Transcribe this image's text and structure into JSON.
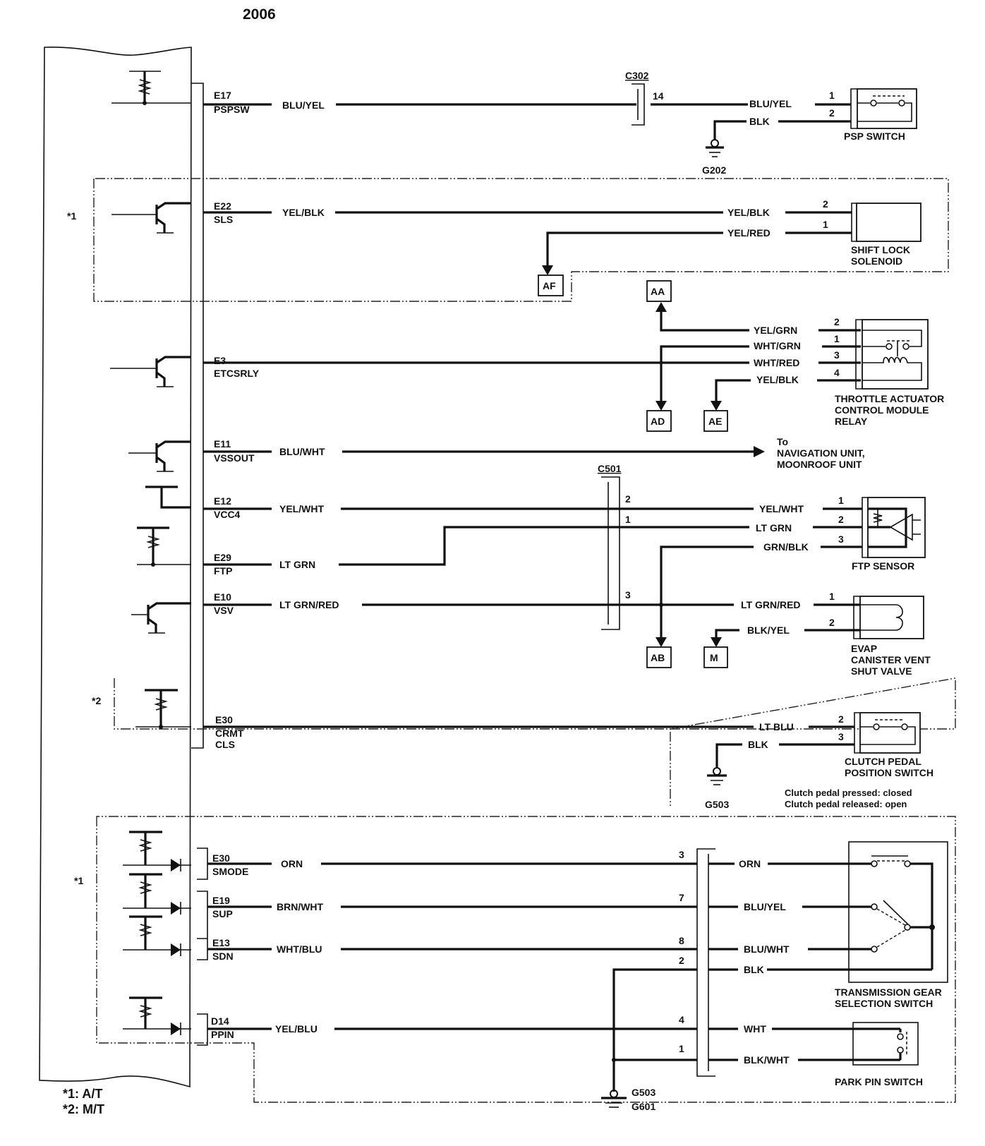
{
  "title": "2006",
  "footnotes": [
    "*1: A/T",
    "*2: M/T"
  ],
  "group_markers": {
    "g1a": "*1",
    "g2": "*2",
    "g1b": "*1"
  },
  "pcm_pins": [
    {
      "pin": "E17",
      "name": "PSPSW",
      "wire": "BLU/YEL"
    },
    {
      "pin": "E22",
      "name": "SLS",
      "wire": "YEL/BLK"
    },
    {
      "pin": "E3",
      "name": "ETCSRLY",
      "wire": ""
    },
    {
      "pin": "E11",
      "name": "VSSOUT",
      "wire": "BLU/WHT"
    },
    {
      "pin": "E12",
      "name": "VCC4",
      "wire": "YEL/WHT"
    },
    {
      "pin": "E29",
      "name": "FTP",
      "wire": "LT GRN"
    },
    {
      "pin": "E10",
      "name": "VSV",
      "wire": "LT GRN/RED"
    },
    {
      "pin": "E30",
      "name": "CRMT",
      "name2": "CLS",
      "wire": ""
    },
    {
      "pin": "E30",
      "name": "SMODE",
      "wire": "ORN"
    },
    {
      "pin": "E19",
      "name": "SUP",
      "wire": "BRN/WHT"
    },
    {
      "pin": "E13",
      "name": "SDN",
      "wire": "WHT/BLU"
    },
    {
      "pin": "D14",
      "name": "PPIN",
      "wire": "YEL/BLU"
    }
  ],
  "connectors": {
    "c302": {
      "label": "C302",
      "pin": "14"
    },
    "c501": {
      "label": "C501",
      "pins": [
        "2",
        "1",
        "3"
      ]
    },
    "trans": {
      "pins": [
        "3",
        "7",
        "8",
        "2",
        "4",
        "1"
      ]
    }
  },
  "grounds": {
    "g202": "G202",
    "g503a": "G503",
    "g503b": "G503",
    "g601": "G601"
  },
  "jump_points": [
    "AF",
    "AA",
    "AD",
    "AE",
    "AB",
    "M"
  ],
  "psp_switch": {
    "label": "PSP SWITCH",
    "wires": [
      "BLU/YEL",
      "BLK"
    ],
    "pins": [
      "1",
      "2"
    ]
  },
  "shift_lock": {
    "label1": "SHIFT LOCK",
    "label2": "SOLENOID",
    "wires": [
      "YEL/BLK",
      "YEL/RED"
    ],
    "pins": [
      "2",
      "1"
    ]
  },
  "tac_relay": {
    "label1": "THROTTLE ACTUATOR",
    "label2": "CONTROL MODULE",
    "label3": "RELAY",
    "wires": [
      "YEL/GRN",
      "WHT/GRN",
      "WHT/RED",
      "YEL/BLK"
    ],
    "pins": [
      "2",
      "1",
      "3",
      "4"
    ]
  },
  "nav": {
    "line1": "To",
    "line2": "NAVIGATION UNIT,",
    "line3": "MOONROOF UNIT"
  },
  "ftp_sensor": {
    "label": "FTP SENSOR",
    "wires": [
      "YEL/WHT",
      "LT GRN",
      "GRN/BLK"
    ],
    "pins": [
      "1",
      "2",
      "3"
    ]
  },
  "evap": {
    "label1": "EVAP",
    "label2": "CANISTER VENT",
    "label3": "SHUT VALVE",
    "wires": [
      "LT GRN/RED",
      "BLK/YEL"
    ],
    "pins": [
      "1",
      "2"
    ]
  },
  "clutch": {
    "label1": "CLUTCH PEDAL",
    "label2": "POSITION SWITCH",
    "wires": [
      "LT BLU",
      "BLK"
    ],
    "pins": [
      "2",
      "3"
    ],
    "note1": "Clutch pedal pressed: closed",
    "note2": "Clutch pedal released: open"
  },
  "tgs": {
    "label1": "TRANSMISSION GEAR",
    "label2": "SELECTION SWITCH",
    "wires": [
      "ORN",
      "BLU/YEL",
      "BLU/WHT",
      "BLK"
    ]
  },
  "park_pin": {
    "label": "PARK PIN SWITCH",
    "wires": [
      "WHT",
      "BLK/WHT"
    ]
  }
}
